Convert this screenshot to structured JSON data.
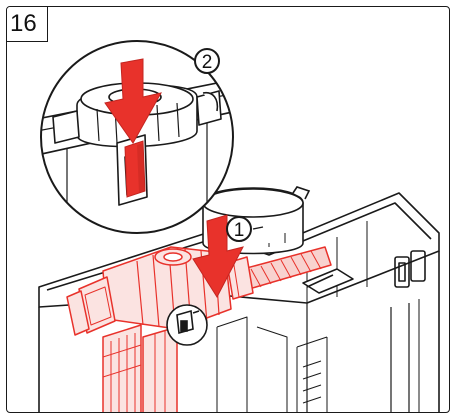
{
  "step": {
    "number": "16"
  },
  "callouts": {
    "one": "1",
    "two": "2"
  },
  "colors": {
    "accent": "#e8322b",
    "accent_light": "#f29a95",
    "line": "#1a1a1a",
    "background": "#ffffff"
  }
}
